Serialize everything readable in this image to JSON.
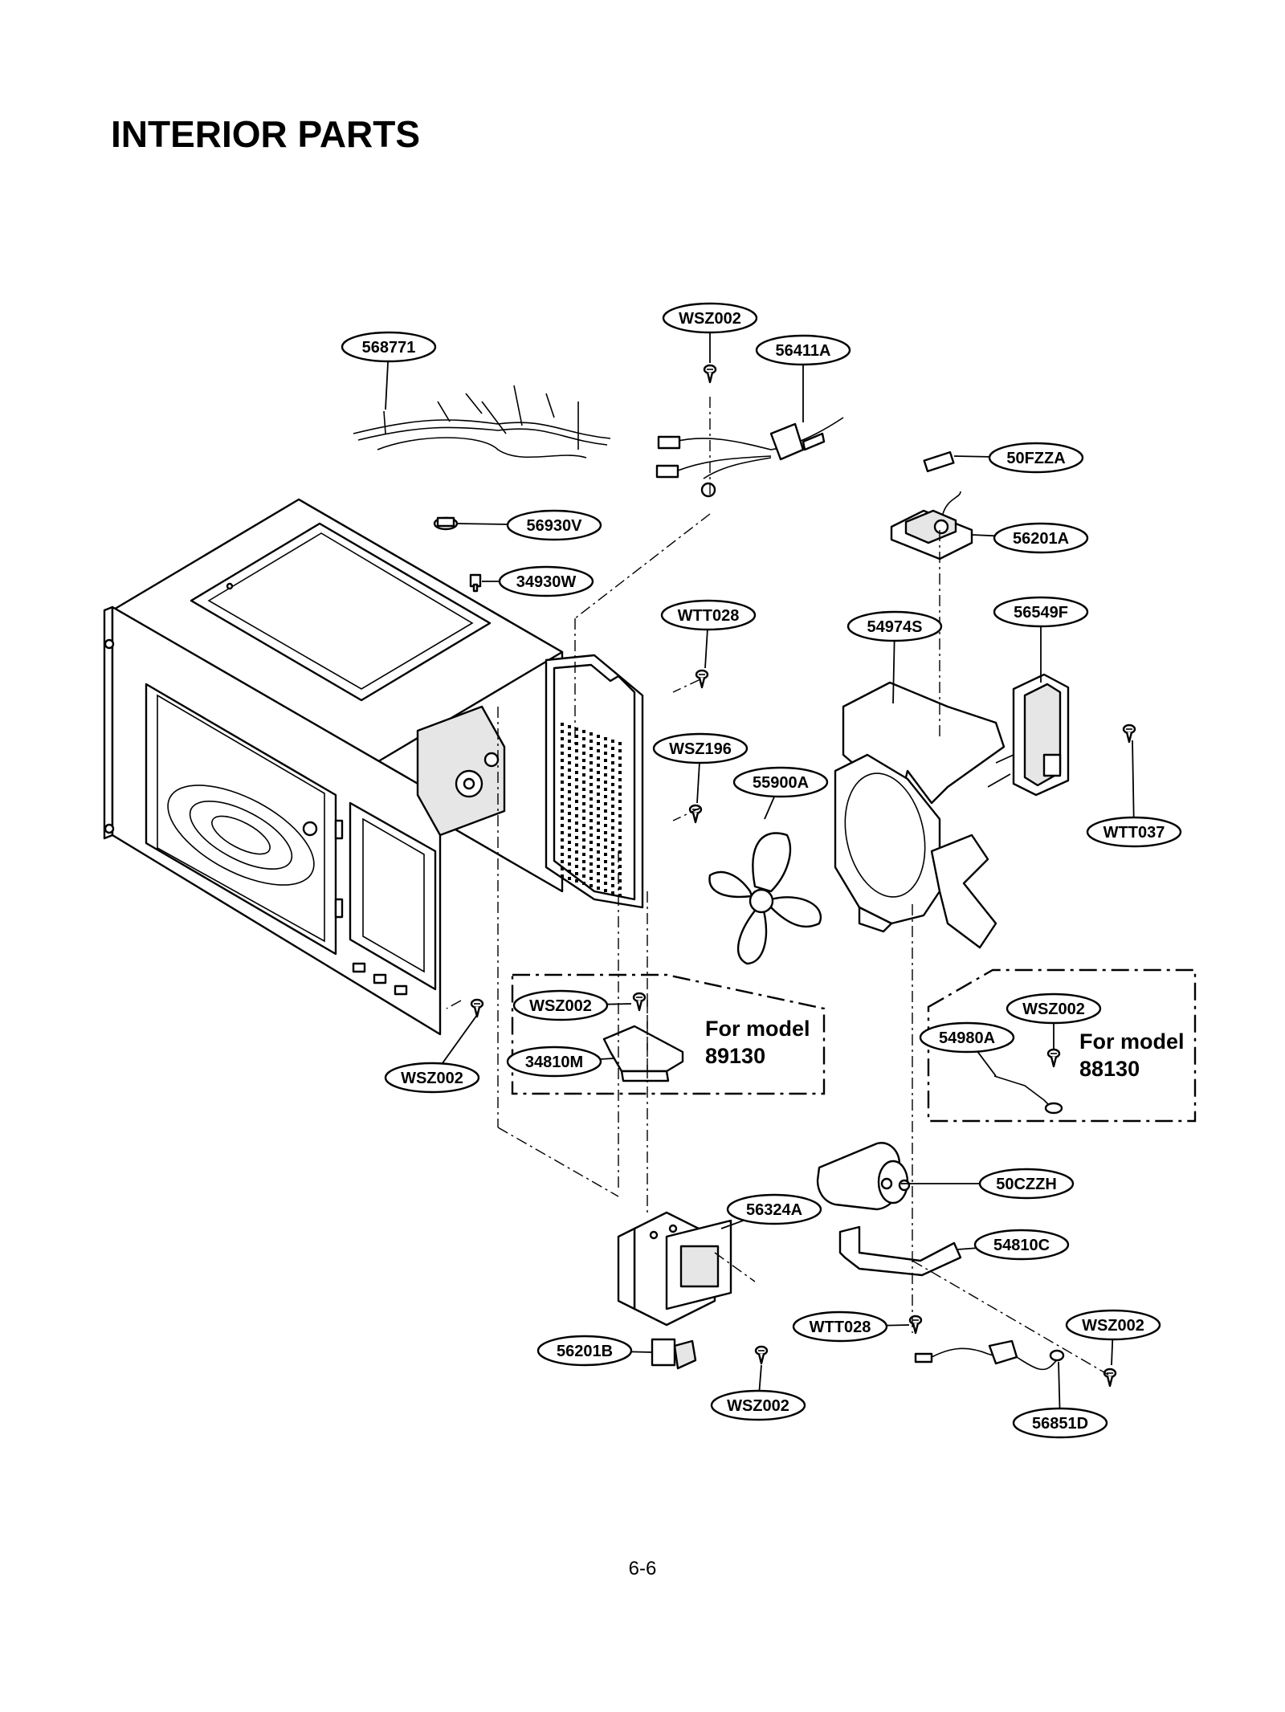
{
  "page": {
    "title": "INTERIOR PARTS",
    "page_number": "6-6"
  },
  "notes": {
    "model_a_line1": "For model",
    "model_a_line2": "89130",
    "model_b_line1": "For model",
    "model_b_line2": "88130"
  },
  "labels": {
    "wire_harness": "568771",
    "screw_top": "WSZ002",
    "fuse_holder": "56411A",
    "fuse": "50FZZA",
    "thermostat": "56930V",
    "noise_filter": "56201A",
    "lamp_socket": "34930W",
    "screw_wtt028_upper": "WTT028",
    "fan_duct": "54974S",
    "fan_motor": "56549F",
    "screw_wsz196": "WSZ196",
    "fan_blade": "55900A",
    "screw_wtt037": "WTT037",
    "screw_cavity": "WSZ002",
    "screw_box_a": "WSZ002",
    "bracket_a": "34810M",
    "screw_box_b": "WSZ002",
    "spring_b": "54980A",
    "capacitor": "50CZZH",
    "magnetron": "56324A",
    "capacitor_bracket": "54810C",
    "screw_wtt028_lower": "WTT028",
    "screw_lower_right": "WSZ002",
    "thermal_cutout": "56201B",
    "screw_magnetron": "WSZ002",
    "diode": "56851D"
  },
  "icons": {
    "screw": "screw-icon",
    "connector": "connector-icon"
  }
}
